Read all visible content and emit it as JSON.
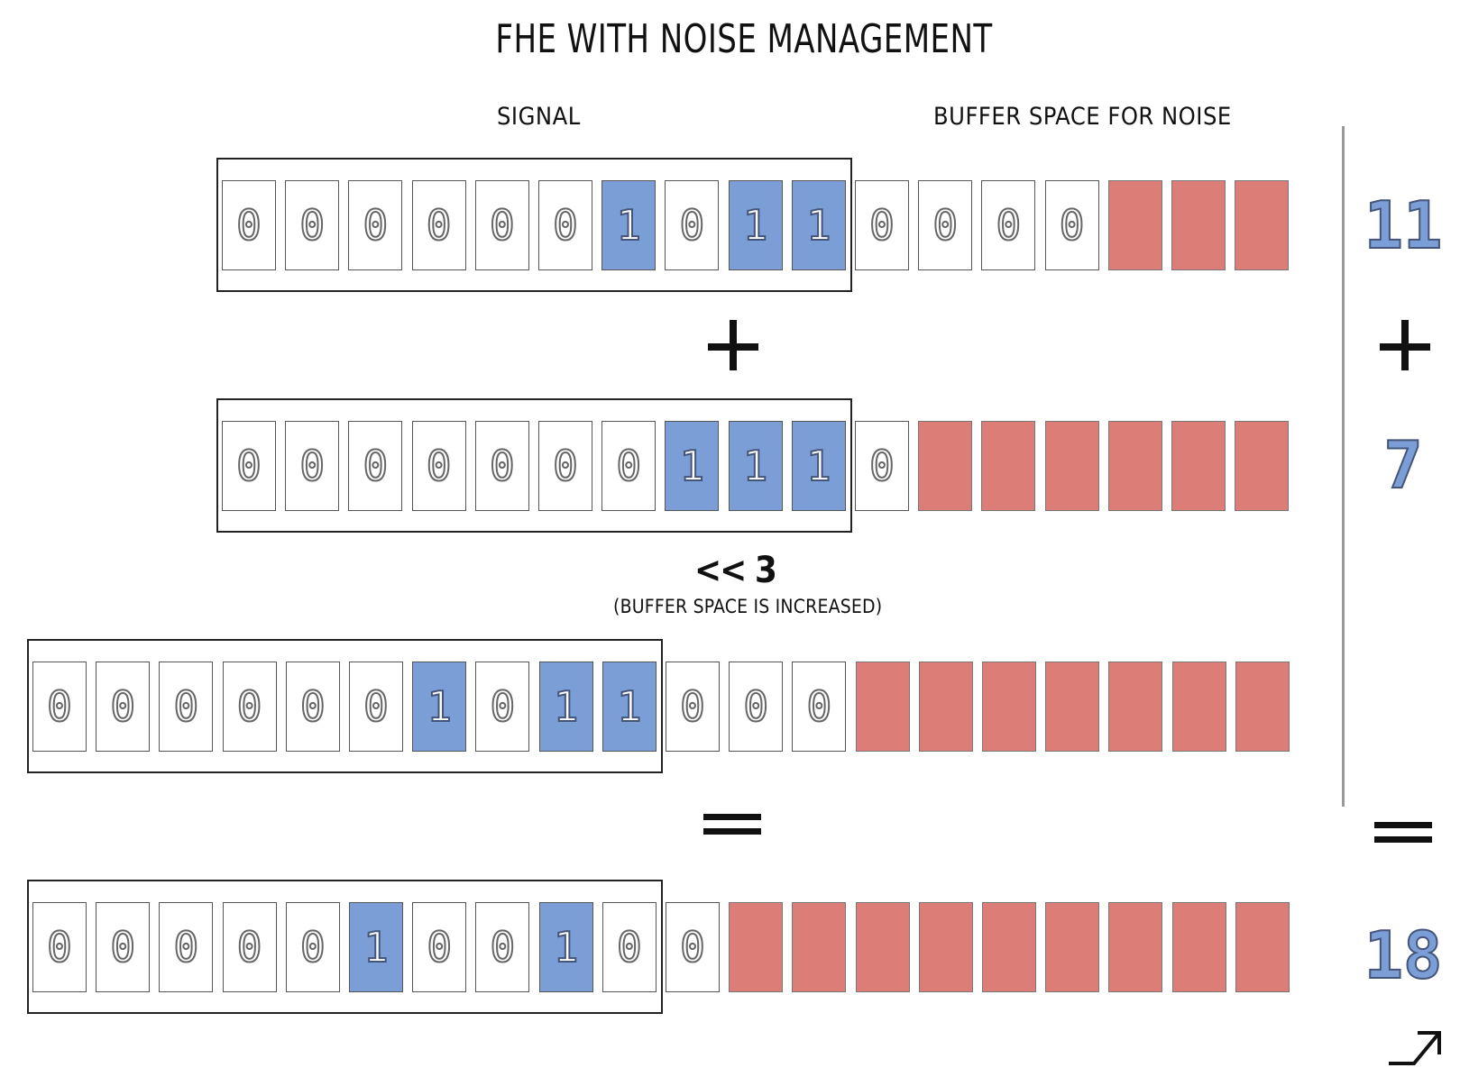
{
  "title": "FHE WITH NOISE MANAGEMENT",
  "headers": {
    "signal": "SIGNAL",
    "buffer": "BUFFER SPACE FOR NOISE"
  },
  "colors": {
    "one": "#7b9ed6",
    "noise": "#dd7d78",
    "zero": "#ffffff"
  },
  "rows": [
    {
      "cells": [
        "0",
        "0",
        "0",
        "0",
        "0",
        "0",
        "1",
        "0",
        "1",
        "1",
        "0",
        "0",
        "0",
        "0",
        "N",
        "N",
        "N"
      ]
    },
    {
      "cells": [
        "0",
        "0",
        "0",
        "0",
        "0",
        "0",
        "0",
        "1",
        "1",
        "1",
        "0",
        "N",
        "N",
        "N",
        "N",
        "N",
        "N"
      ]
    },
    {
      "cells": [
        "0",
        "0",
        "0",
        "0",
        "0",
        "0",
        "1",
        "0",
        "1",
        "1",
        "0",
        "0",
        "0",
        "N",
        "N",
        "N",
        "N",
        "N",
        "N",
        "N"
      ]
    },
    {
      "cells": [
        "0",
        "0",
        "0",
        "0",
        "0",
        "1",
        "0",
        "0",
        "1",
        "0",
        "0",
        "N",
        "N",
        "N",
        "N",
        "N",
        "N",
        "N",
        "N",
        "N"
      ]
    }
  ],
  "operators": {
    "plus": "+",
    "equals": "="
  },
  "shift": {
    "label": "<< 3",
    "note": "(BUFFER SPACE IS INCREASED)"
  },
  "side_values": {
    "first": "11",
    "second": "7",
    "result": "18"
  },
  "icons": {
    "corner": "arrow-up-right-icon"
  }
}
